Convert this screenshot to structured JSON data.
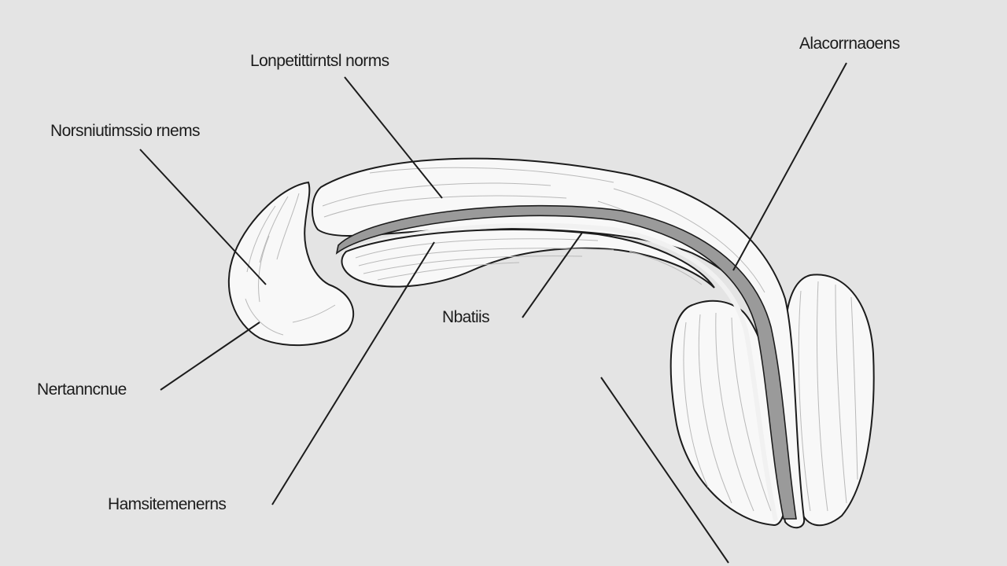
{
  "diagram": {
    "labels": {
      "top_center": "Lonpetittirntsl norms",
      "top_right": "Alacorrnaoens",
      "upper_left": "Norsniutimssio rnems",
      "middle": "Nbatiis",
      "lower_left": "Nertanncnue",
      "bottom_left": "Hamsitemenerns"
    },
    "colors": {
      "background": "#e4e4e4",
      "outline": "#1c1c1c",
      "fill": "#f8f8f8",
      "shading": "#b9b9b9",
      "groove": "#9a9a9a"
    }
  }
}
